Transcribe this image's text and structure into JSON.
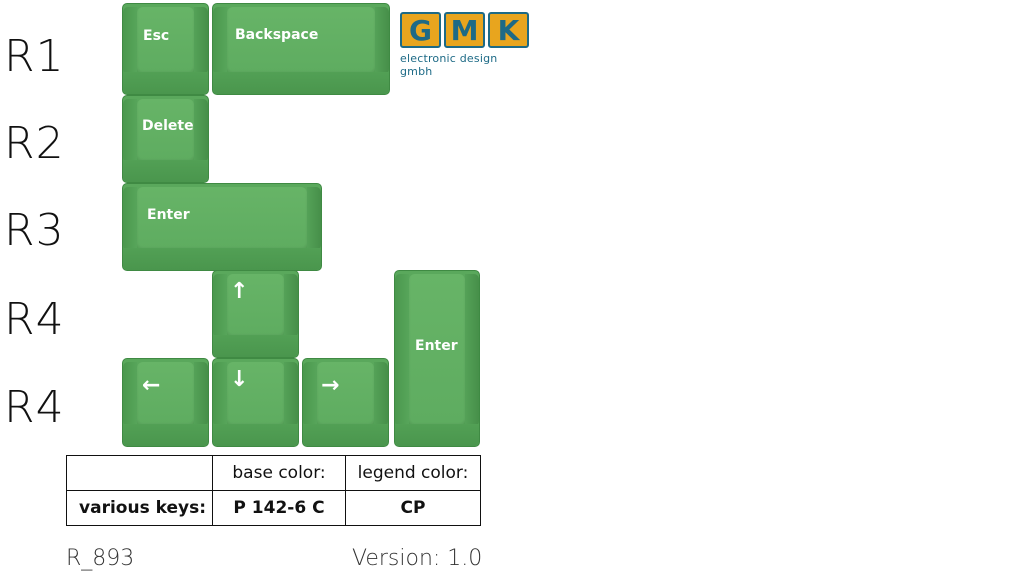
{
  "rows": [
    "R1",
    "R2",
    "R3",
    "R4",
    "R4"
  ],
  "keys": {
    "esc": "Esc",
    "backspace": "Backspace",
    "delete": "Delete",
    "enter_wide": "Enter",
    "enter_tall": "Enter",
    "up": "↑",
    "left": "←",
    "down": "↓",
    "right": "→"
  },
  "logo": {
    "letters": [
      "G",
      "M",
      "K"
    ],
    "subtitle": "electronic design gmbh",
    "colors": {
      "fill": "#e8a51e",
      "outline": "#1d6a86"
    }
  },
  "key_color": "#5aa85c",
  "table": {
    "header": [
      "",
      "base color:",
      "legend color:"
    ],
    "row": [
      "various keys:",
      "P 142-6 C",
      "CP"
    ]
  },
  "footer": {
    "code": "R_893",
    "version": "Version: 1.0"
  }
}
